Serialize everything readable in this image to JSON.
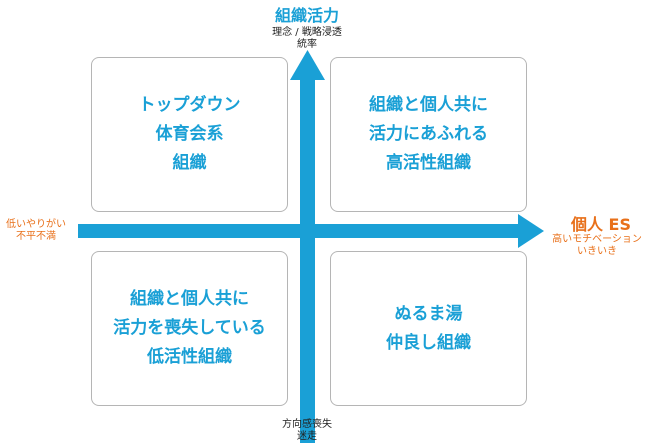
{
  "colors": {
    "accent_blue": "#1aa0d6",
    "accent_orange": "#e8701a",
    "box_border": "#b5b5b5"
  },
  "top_axis": {
    "title": "組織活力",
    "desc1": "理念 / 戦略浸透",
    "desc2": "統率"
  },
  "bottom_axis": {
    "desc1": "方向感喪失",
    "desc2": "迷走"
  },
  "left_axis": {
    "desc1": "低いやりがい",
    "desc2": "不平不満"
  },
  "right_axis": {
    "title": "個人 ES",
    "desc1": "高いモチベーション",
    "desc2": "いきいき"
  },
  "quadrants": {
    "top_left": "トップダウン\n体育会系\n組織",
    "top_right": "組織と個人共に\n活力にあふれる\n高活性組織",
    "bottom_left": "組織と個人共に\n活力を喪失している\n低活性組織",
    "bottom_right": "ぬるま湯\n仲良し組織"
  }
}
